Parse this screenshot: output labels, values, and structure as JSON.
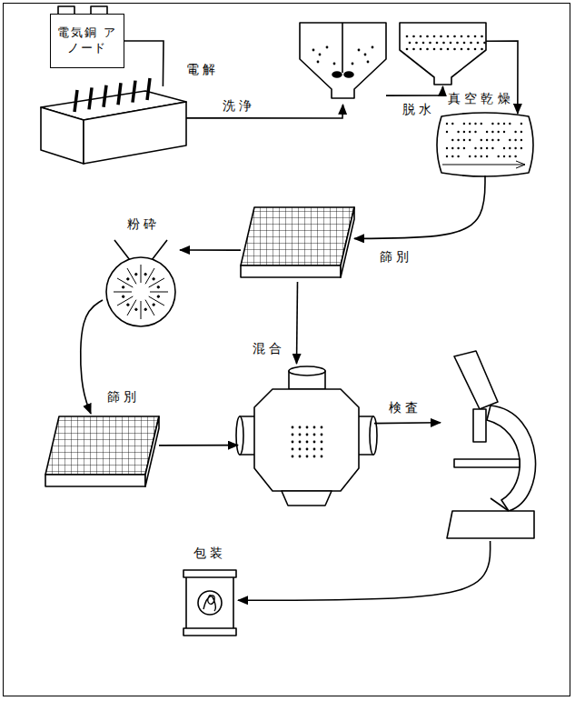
{
  "diagram": {
    "nodes": [
      {
        "text": [
          "電気銅 アノード"
        ]
      },
      {
        "text": [
          "電解"
        ]
      },
      {
        "text": [
          "洗浄"
        ]
      },
      {
        "text": [
          "脱水"
        ]
      },
      {
        "text": [
          "真空乾燥"
        ]
      },
      {
        "text": [
          "篩別"
        ]
      },
      {
        "text": [
          "粉砕"
        ]
      },
      {
        "text": [
          "篩別"
        ]
      },
      {
        "text": [
          "混合"
        ]
      },
      {
        "text": [
          "検査"
        ]
      },
      {
        "text": [
          "包装"
        ]
      }
    ],
    "edges": [
      {
        "from": 0,
        "to": 1,
        "arrow": "none"
      },
      {
        "from": 1,
        "to": 2,
        "arrow": "to"
      },
      {
        "from": 2,
        "to": 3,
        "arrow": "to"
      },
      {
        "from": 3,
        "to": 4,
        "arrow": "to"
      },
      {
        "from": 4,
        "to": 5,
        "arrow": "to"
      },
      {
        "from": 5,
        "to": 6,
        "arrow": "to"
      },
      {
        "from": 5,
        "to": 8,
        "arrow": "to"
      },
      {
        "from": 6,
        "to": 7,
        "arrow": "to"
      },
      {
        "from": 7,
        "to": 8,
        "arrow": "to"
      },
      {
        "from": 8,
        "to": 9,
        "arrow": "to"
      },
      {
        "from": 9,
        "to": 10,
        "arrow": "to"
      }
    ]
  }
}
